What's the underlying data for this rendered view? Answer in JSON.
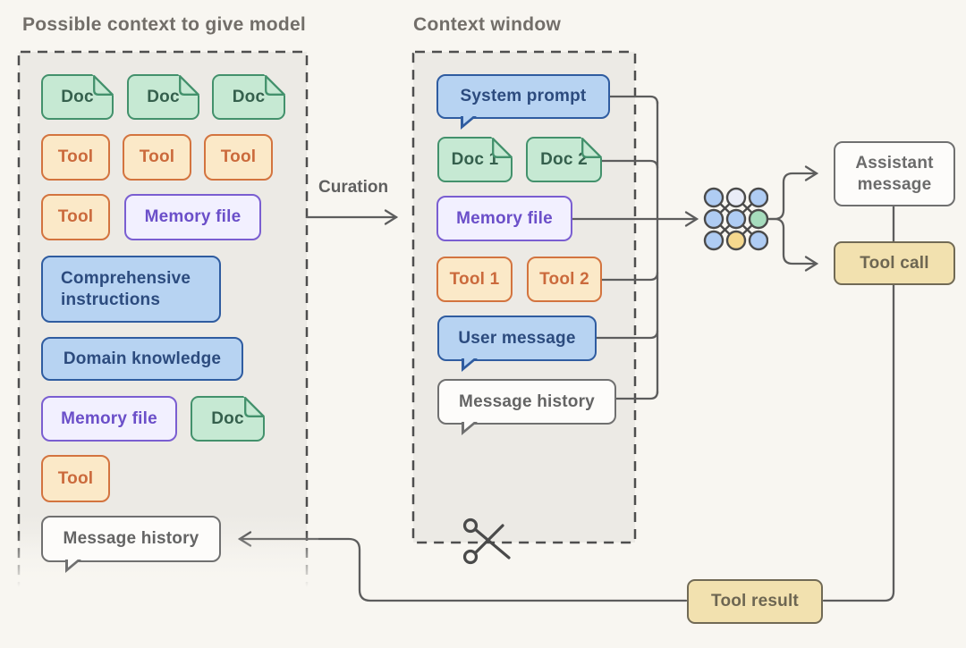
{
  "titles": {
    "left_panel": "Possible context to give model",
    "context_window": "Context window",
    "curation": "Curation"
  },
  "left_panel": {
    "items": [
      {
        "type": "doc",
        "label": "Doc"
      },
      {
        "type": "doc",
        "label": "Doc"
      },
      {
        "type": "doc",
        "label": "Doc"
      },
      {
        "type": "tool",
        "label": "Tool"
      },
      {
        "type": "tool",
        "label": "Tool"
      },
      {
        "type": "tool",
        "label": "Tool"
      },
      {
        "type": "tool",
        "label": "Tool"
      },
      {
        "type": "memory",
        "label": "Memory file"
      },
      {
        "type": "instructions",
        "label": "Comprehensive instructions"
      },
      {
        "type": "knowledge",
        "label": "Domain knowledge"
      },
      {
        "type": "memory",
        "label": "Memory file"
      },
      {
        "type": "doc",
        "label": "Doc"
      },
      {
        "type": "tool",
        "label": "Tool"
      },
      {
        "type": "message-history",
        "label": "Message history"
      }
    ]
  },
  "context_window": {
    "items": [
      {
        "type": "system-prompt",
        "label": "System prompt"
      },
      {
        "type": "doc",
        "label": "Doc 1"
      },
      {
        "type": "doc",
        "label": "Doc 2"
      },
      {
        "type": "memory",
        "label": "Memory file"
      },
      {
        "type": "tool",
        "label": "Tool 1"
      },
      {
        "type": "tool",
        "label": "Tool 2"
      },
      {
        "type": "user-message",
        "label": "User message"
      },
      {
        "type": "message-history",
        "label": "Message history"
      }
    ]
  },
  "output": {
    "assistant_message": "Assistant message",
    "tool_call": "Tool call",
    "tool_result": "Tool result"
  },
  "icons": {
    "model": "neural-network-icon",
    "scissors": "scissors-icon"
  },
  "colors": {
    "page_bg": "#f8f6f1",
    "panel_bg": "#eceae5",
    "doc_fill": "#c6e9d3",
    "doc_border": "#43916c",
    "tool_fill": "#fbe9c8",
    "tool_border": "#d3743f",
    "memory_fill": "#f2f0ff",
    "memory_border": "#7a5ed1",
    "blue_fill": "#b7d3f2",
    "blue_border": "#2f5ca0",
    "tan_fill": "#f2e1af",
    "tan_border": "#716a55",
    "white_fill": "#fdfcfa",
    "gray_border": "#707070",
    "connector": "#5d5d5d"
  }
}
